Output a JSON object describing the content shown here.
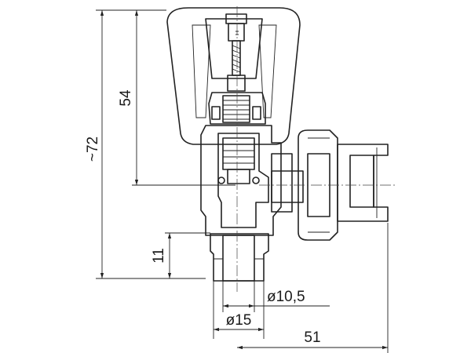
{
  "dimensions": {
    "overall_height": "~72",
    "stem_height": "54",
    "spigot_length": "11",
    "inner_diameter": "ø10,5",
    "outer_diameter": "ø15",
    "width": "51"
  },
  "colors": {
    "line": "#222222",
    "background": "#ffffff"
  }
}
